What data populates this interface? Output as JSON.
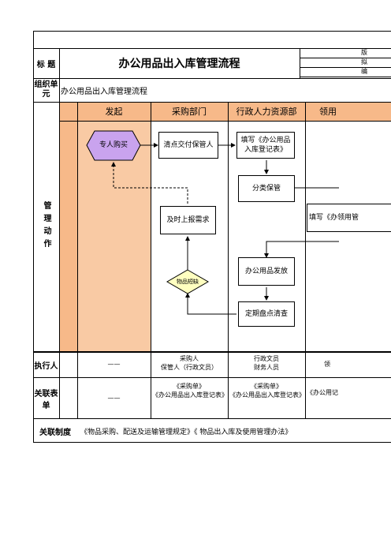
{
  "header": {
    "label_title": "标 题",
    "title": "办公用品出入库管理流程",
    "right_cells": [
      "版",
      "拟",
      "编"
    ]
  },
  "org_unit": {
    "label": "组织单元",
    "value": "办公用品出入库管理流程"
  },
  "lanes": [
    "发起",
    "采购部门",
    "行政人力资源部",
    "领用"
  ],
  "section_label": "管理动作",
  "flow": {
    "start": "专人购买",
    "step_handover": "清点交付保管人",
    "step_register": "填写《办公用品入库登记表》",
    "step_classify": "分类保管",
    "step_report": "及时上报需求",
    "step_fill_partial": "填写《办领用管",
    "decision": "物品短缺",
    "step_issue": "办公用品发放",
    "step_inventory": "定期盘点清查"
  },
  "executor": {
    "label": "执行人",
    "col1": "——",
    "col2_line1": "采购人",
    "col2_line2": "保管人（行政文员）",
    "col3_line1": "行政文员",
    "col3_line2": "财务人员",
    "col4": "领"
  },
  "docs": {
    "label": "关联表单",
    "col1": "——",
    "col2_line1": "《采购单》",
    "col2_line2": "《办公用品出入库登记表》",
    "col3_line1": "《采购单》",
    "col3_line2": "《办公用品出入库登记表》",
    "col4": "《办公用记"
  },
  "system": {
    "label": "关联制度",
    "value": "《物品采购、配送及运输管理规定》《 物品出入库及使用管理办法》"
  },
  "colors": {
    "lane_header": "#f7b989",
    "start_fill": "#c9a3ee",
    "decision_fill": "#ffffc0",
    "left_strip": "#f7b989"
  }
}
